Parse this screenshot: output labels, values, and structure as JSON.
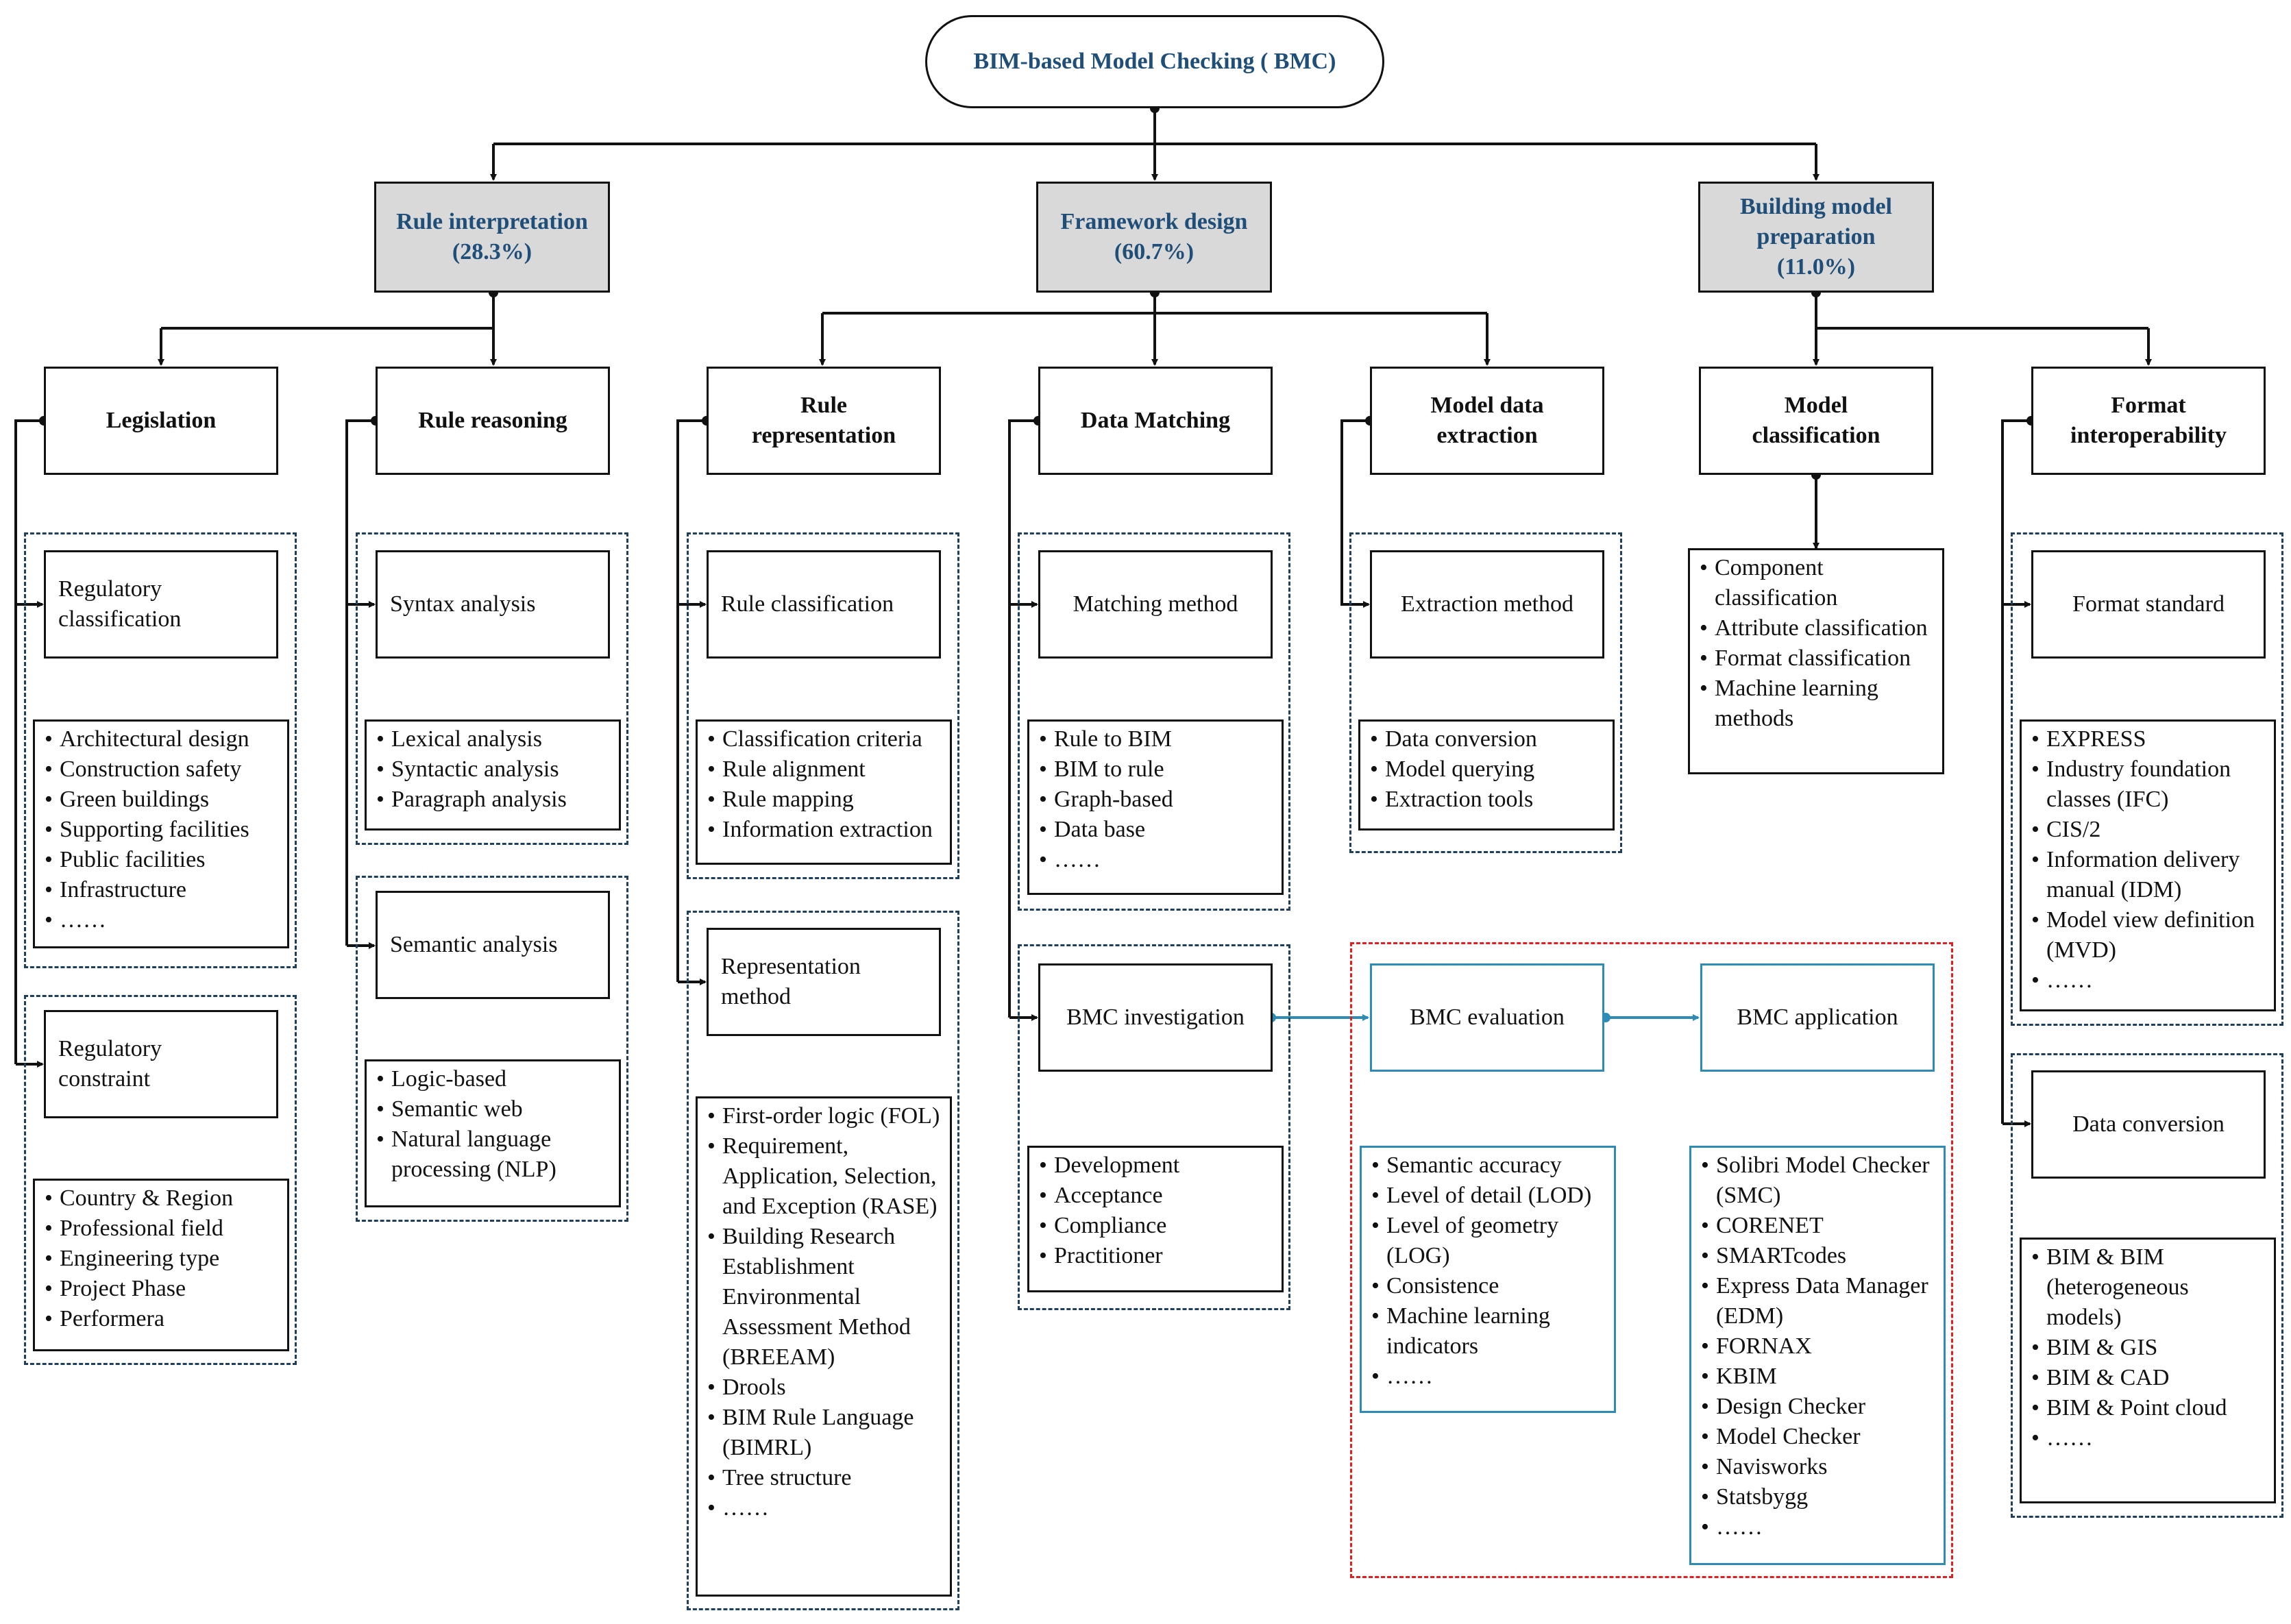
{
  "root": "BIM-based Model Checking ( BMC)",
  "categories": {
    "rule_interpretation": [
      "Rule interpretation",
      "(28.3%)"
    ],
    "framework_design": [
      "Framework design",
      "(60.7%)"
    ],
    "building_model_preparation": [
      "Building model",
      "preparation",
      "(11.0%)"
    ]
  },
  "subcategories": {
    "legislation": [
      "Legislation"
    ],
    "rule_reasoning": [
      "Rule reasoning"
    ],
    "rule_representation": [
      "Rule",
      "representation"
    ],
    "data_matching": [
      "Data Matching"
    ],
    "model_data_extraction": [
      "Model data",
      "extraction"
    ],
    "model_classification": [
      "Model",
      "classification"
    ],
    "format_interoperability": [
      "Format",
      "interoperability"
    ]
  },
  "nodes": {
    "regulatory_classification": [
      "Regulatory",
      "classification"
    ],
    "regulatory_constraint": [
      "Regulatory",
      "constraint"
    ],
    "syntax_analysis": [
      "Syntax analysis"
    ],
    "semantic_analysis": [
      "Semantic analysis"
    ],
    "rule_classification": [
      "Rule classification"
    ],
    "representation_method": [
      "Representation",
      "method"
    ],
    "matching_method": [
      "Matching method"
    ],
    "bmc_investigation": [
      "BMC investigation"
    ],
    "extraction_method": [
      "Extraction method"
    ],
    "bmc_evaluation": [
      "BMC evaluation"
    ],
    "bmc_application": [
      "BMC application"
    ],
    "format_standard": [
      "Format standard"
    ],
    "data_conversion": [
      "Data conversion"
    ]
  },
  "lists": {
    "regulatory_classification_items": [
      "Architectural design",
      "Construction safety",
      "Green buildings",
      "Supporting facilities",
      "Public facilities",
      "Infrastructure",
      "……"
    ],
    "regulatory_constraint_items": [
      "Country & Region",
      "Professional field",
      "Engineering type",
      "Project Phase",
      "Performera"
    ],
    "syntax_analysis_items": [
      "Lexical analysis",
      "Syntactic analysis",
      "Paragraph analysis"
    ],
    "semantic_analysis_items": [
      "Logic-based",
      "Semantic web",
      "Natural language processing (NLP)"
    ],
    "rule_classification_items": [
      "Classification criteria",
      "Rule alignment",
      "Rule mapping",
      "Information extraction"
    ],
    "representation_method_items": [
      "First-order logic (FOL)",
      "Requirement, Application, Selection, and Exception (RASE)",
      "Building Research Establishment Environmental Assessment Method (BREEAM)",
      "Drools",
      "BIM Rule Language (BIMRL)",
      "Tree structure",
      "……"
    ],
    "matching_method_items": [
      "Rule to BIM",
      "BIM to rule",
      "Graph-based",
      "Data base",
      "……"
    ],
    "bmc_investigation_items": [
      "Development",
      "Acceptance",
      "Compliance",
      "Practitioner"
    ],
    "extraction_method_items": [
      "Data conversion",
      "Model querying",
      "Extraction tools"
    ],
    "model_classification_items": [
      "Component classification",
      "Attribute classification",
      "Format classification",
      "Machine learning methods"
    ],
    "bmc_evaluation_items": [
      "Semantic accuracy",
      "Level of detail (LOD)",
      "Level of geometry (LOG)",
      "Consistence",
      "Machine learning indicators",
      "……"
    ],
    "bmc_application_items": [
      "Solibri Model Checker (SMC)",
      "CORENET",
      "SMARTcodes",
      "Express Data Manager (EDM)",
      "FORNAX",
      "KBIM",
      "Design Checker",
      "Model Checker",
      "Navisworks",
      "Statsbygg",
      "……"
    ],
    "format_standard_items": [
      "EXPRESS",
      "Industry foundation classes (IFC)",
      "CIS/2",
      "Information delivery manual (IDM)",
      "Model view definition (MVD)",
      "……"
    ],
    "data_conversion_items": [
      "BIM & BIM (heterogeneous models)",
      "BIM & GIS",
      "BIM & CAD",
      "BIM & Point cloud",
      "……"
    ]
  }
}
